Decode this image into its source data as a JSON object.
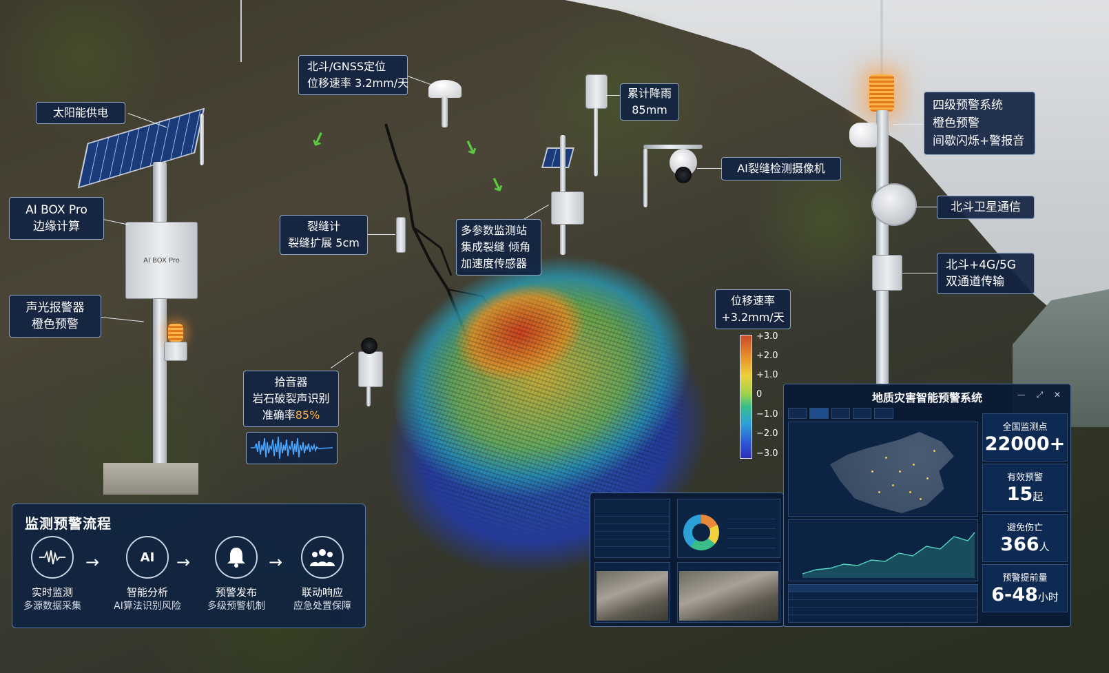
{
  "callouts": {
    "solar": "太阳能供电",
    "aibox": [
      "AI BOX Pro",
      "边缘计算"
    ],
    "alarm": [
      "声光报警器",
      "橙色预警"
    ],
    "gnss": [
      "北斗/GNSS定位",
      "位移速率 3.2mm/天"
    ],
    "rain": [
      "累计降雨",
      "85mm"
    ],
    "crack_meter": [
      "裂缝计",
      "裂缝扩展 5cm"
    ],
    "multi_station": [
      "多参数监测站",
      "集成裂缝 倾角",
      "加速度传感器"
    ],
    "ai_camera": "AI裂缝检测摄像机",
    "warning_system": [
      "四级预警系统",
      "橙色预警",
      "间歇闪烁+警报音"
    ],
    "beidou_sat": "北斗卫星通信",
    "transmission": [
      "北斗+4G/5G",
      "双通道传输"
    ],
    "pickup": [
      "拾音器",
      "岩石破裂声识别",
      "准确率",
      "85%"
    ],
    "velocity": [
      "位移速率",
      "+3.2mm/天"
    ]
  },
  "equipment_labels": {
    "aibox_face": "AI BOX Pro"
  },
  "scale_ticks": [
    "+3.0",
    "+2.0",
    "+1.0",
    "0",
    "−1.0",
    "−2.0",
    "−3.0"
  ],
  "process": {
    "title": "监测预警流程",
    "steps": [
      {
        "icon": "waveform-icon",
        "name": "实时监测",
        "desc": "多源数据采集"
      },
      {
        "icon": "ai-cloud-icon",
        "glyph": "AI",
        "name": "智能分析",
        "desc": "AI算法识别风险"
      },
      {
        "icon": "bell-icon",
        "name": "预警发布",
        "desc": "多级预警机制"
      },
      {
        "icon": "people-icon",
        "name": "联动响应",
        "desc": "应急处置保障"
      }
    ],
    "arrow": "→"
  },
  "dashboard": {
    "title": "地质灾害智能预警系统",
    "window_controls": "— ⤢ ✕",
    "stats": [
      {
        "label": "全国监测点",
        "value": "22000+",
        "unit": ""
      },
      {
        "label": "有效预警",
        "value": "15",
        "unit": "起"
      },
      {
        "label": "避免伤亡",
        "value": "366",
        "unit": "人"
      },
      {
        "label": "预警提前量",
        "value": "6-48",
        "unit": "小时"
      }
    ]
  },
  "colors": {
    "panel_bg": "#122442",
    "panel_border": "#8ea4c6",
    "accent_orange": "#ffb340",
    "dashboard_bg": "#091a34",
    "arrow_green": "#5fc843"
  }
}
